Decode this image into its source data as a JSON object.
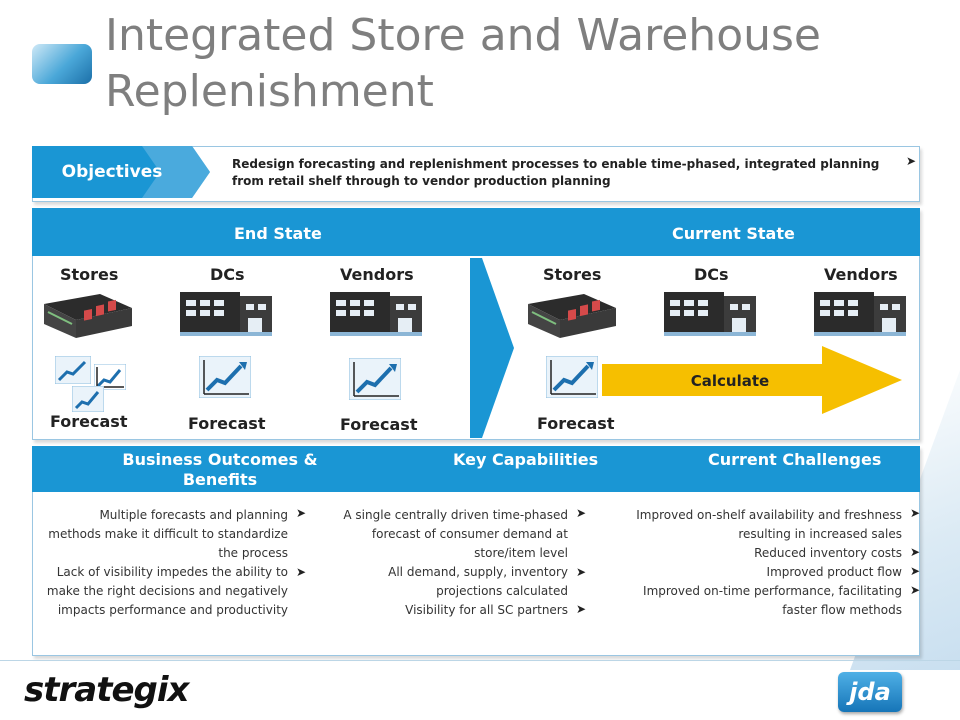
{
  "title": "Integrated Store and Warehouse Replenishment",
  "objectives": {
    "label": "Objectives",
    "text": "Redesign forecasting and replenishment processes to enable time-phased, integrated planning from retail shelf through to vendor production planning"
  },
  "end_state": {
    "header": "End State",
    "columns": [
      "Stores",
      "DCs",
      "Vendors"
    ],
    "forecast_labels": [
      "Forecast",
      "Forecast",
      "Forecast"
    ]
  },
  "current_state": {
    "header": "Current State",
    "columns": [
      "Stores",
      "DCs",
      "Vendors"
    ],
    "forecast_label": "Forecast",
    "calculate_label": "Calculate"
  },
  "bottom": {
    "headers": [
      "Business Outcomes & Benefits",
      "Key Capabilities",
      "Current Challenges"
    ],
    "challenges": [
      "Multiple forecasts and planning methods make it difficult to standardize the process",
      "Lack of visibility impedes the ability to make the right decisions and negatively impacts performance and productivity"
    ],
    "capabilities": [
      "A single centrally driven time-phased forecast of consumer demand at store/item level",
      "All demand, supply, inventory projections calculated",
      "Visibility for all SC partners"
    ],
    "outcomes": [
      "Improved on-shelf availability and freshness resulting in increased sales",
      "Reduced inventory costs",
      "Improved product flow",
      "Improved on-time performance, facilitating faster flow methods"
    ]
  },
  "footer": {
    "left_logo": "strategix",
    "right_logo": "jda"
  },
  "colors": {
    "accent_blue": "#1a96d4",
    "calculate_yellow": "#f6bf00",
    "title_gray": "#7f7f7f"
  }
}
